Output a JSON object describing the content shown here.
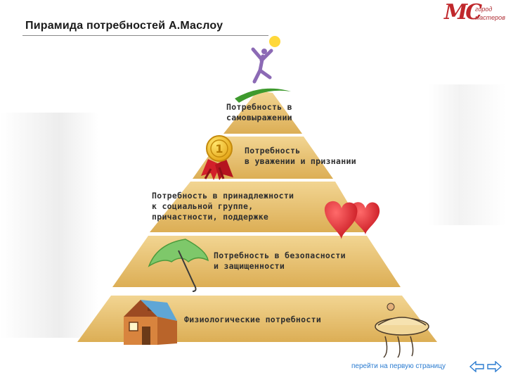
{
  "header": {
    "title": "Пирамида потребностей А.Маслоу"
  },
  "logo": {
    "mark": "MC",
    "line1": "город",
    "line2": "мастеров"
  },
  "pyramid": {
    "levels": [
      {
        "label": "Потребность в\nсамовыражении"
      },
      {
        "label": "Потребность\nв уважении и признании"
      },
      {
        "label": "Потребность в принадлежности\nк социальной группе,\nпричастности, поддержке"
      },
      {
        "label": "Потребность в безопасности\nи защищенности"
      },
      {
        "label": "Физиологические потребности"
      }
    ],
    "medal_number": "1",
    "colors": {
      "band": "#e9c476",
      "band_dark": "#d8a94c",
      "gap": "#ffffff"
    }
  },
  "footer": {
    "link_text": "перейти на первую страницу"
  }
}
